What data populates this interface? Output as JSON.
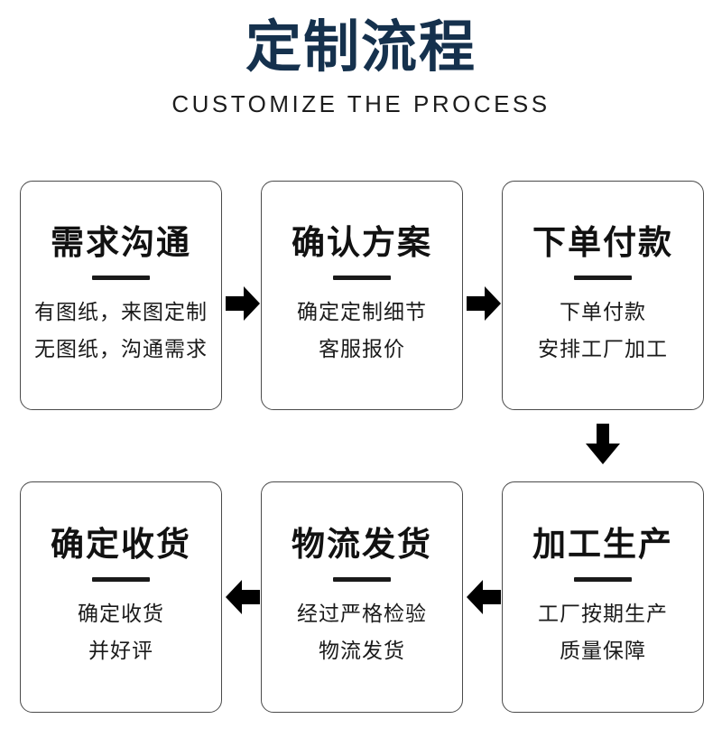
{
  "header": {
    "title": "定制流程",
    "subtitle": "CUSTOMIZE THE PROCESS",
    "title_color": "#15314d",
    "subtitle_color": "#1c1c1c"
  },
  "theme": {
    "background": "#ffffff",
    "card_background": "#ffffff",
    "card_border": "#4a4a4a",
    "text_color": "#111111",
    "arrow_color": "#000000",
    "divider_color": "#1a1a1a"
  },
  "steps": [
    {
      "index": 1,
      "title": "需求沟通",
      "lines": [
        "有图纸，来图定制",
        "无图纸，沟通需求"
      ]
    },
    {
      "index": 2,
      "title": "确认方案",
      "lines": [
        "确定定制细节",
        "客服报价"
      ]
    },
    {
      "index": 3,
      "title": "下单付款",
      "lines": [
        "下单付款",
        "安排工厂加工"
      ]
    },
    {
      "index": 4,
      "title": "加工生产",
      "lines": [
        "工厂按期生产",
        "质量保障"
      ]
    },
    {
      "index": 5,
      "title": "物流发货",
      "lines": [
        "经过严格检验",
        "物流发货"
      ]
    },
    {
      "index": 6,
      "title": "确定收货",
      "lines": [
        "确定收货",
        "并好评"
      ]
    }
  ],
  "arrows": [
    {
      "id": 1,
      "direction": "right",
      "from": "需求沟通",
      "to": "确认方案"
    },
    {
      "id": 2,
      "direction": "right",
      "from": "确认方案",
      "to": "下单付款"
    },
    {
      "id": 3,
      "direction": "down",
      "from": "下单付款",
      "to": "加工生产"
    },
    {
      "id": 4,
      "direction": "left",
      "from": "加工生产",
      "to": "物流发货"
    },
    {
      "id": 5,
      "direction": "left",
      "from": "物流发货",
      "to": "确定收货"
    }
  ]
}
